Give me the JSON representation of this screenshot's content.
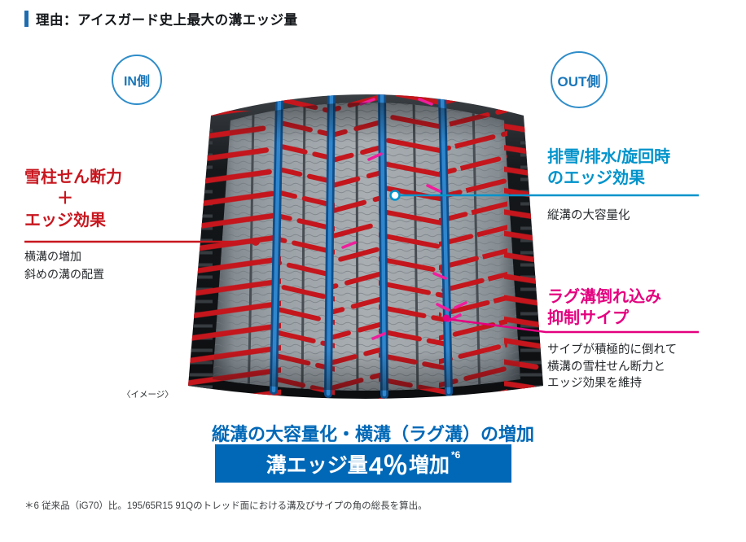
{
  "header": {
    "title": "理由：アイスガード史上最大の溝エッジ量"
  },
  "tire": {
    "in_label": "IN側",
    "out_label": "OUT側",
    "image_note": "〈イメージ〉"
  },
  "callouts": {
    "snow_shear": {
      "title_line1": "雪柱せん断力",
      "title_line2": "＋",
      "title_line3": "エッジ効果",
      "desc_line1": "横溝の増加",
      "desc_line2": "斜めの溝の配置",
      "color": "#c8161e"
    },
    "edge_effect": {
      "title_line1": "排雪/排水/旋回時",
      "title_line2": "のエッジ効果",
      "desc": "縦溝の大容量化",
      "color": "#0093cb"
    },
    "sipe": {
      "title_line1": "ラグ溝倒れ込み",
      "title_line2": "抑制サイプ",
      "desc_line1": "サイプが積極的に倒れて",
      "desc_line2": "横溝の雪柱せん断力と",
      "desc_line3": "エッジ効果を維持",
      "color": "#e4007f"
    }
  },
  "summary": {
    "headline": "縦溝の大容量化・横溝（ラグ溝）の増加",
    "badge_prefix": "溝エッジ量",
    "badge_value": "4％",
    "badge_suffix": "増加",
    "badge_footnote_ref": "*6",
    "badge_bg": "#0068b7"
  },
  "footnote": "＊6 従来品（iG70）比。195/65R15 91Qのトレッド面における溝及びサイプの角の総長を算出。",
  "colors": {
    "brand_blue": "#0068b7",
    "callout_blue": "#0093cb",
    "callout_red": "#c8161e",
    "callout_magenta": "#e4007f",
    "tire_groove_blue": "#2f86cd",
    "tire_lug_red": "#c4161c"
  }
}
